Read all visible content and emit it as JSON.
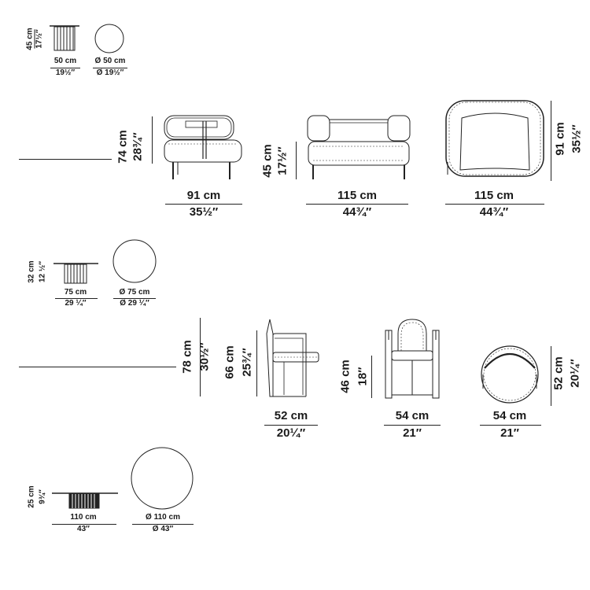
{
  "side_table_small": {
    "height_cm": "45 cm",
    "height_in": "17½″",
    "width_cm": "50 cm",
    "width_in": "19½″",
    "diameter_cm": "Ø 50 cm",
    "diameter_in": "Ø 19½″"
  },
  "armchair": {
    "height_cm": "74 cm",
    "height_in": "28¾″",
    "seat_height_cm": "45 cm",
    "seat_height_in": "17½″",
    "depth_cm": "91 cm",
    "depth_in": "35½″",
    "width_cm": "115 cm",
    "width_in": "44¾″",
    "plan_width_cm": "115 cm",
    "plan_width_in": "44¾″",
    "plan_depth_cm": "91 cm",
    "plan_depth_in": "35½″"
  },
  "side_table_medium": {
    "height_cm": "32 cm",
    "height_in": "12 ½″",
    "width_cm": "75 cm",
    "width_in": "29 ¼″",
    "diameter_cm": "Ø 75 cm",
    "diameter_in": "Ø 29 ¼″"
  },
  "dining_chair": {
    "height_cm": "78 cm",
    "height_in": "30½″",
    "arm_height_cm": "66 cm",
    "arm_height_in": "25¾″",
    "seat_height_cm": "46 cm",
    "seat_height_in": "18″",
    "depth_cm": "52 cm",
    "depth_in": "20¼″",
    "width_cm": "54 cm",
    "width_in": "21″",
    "plan_width_cm": "54 cm",
    "plan_width_in": "21″",
    "plan_depth_cm": "52 cm",
    "plan_depth_in": "20¼″"
  },
  "coffee_table": {
    "height_cm": "25 cm",
    "height_in": "9¾″",
    "width_cm": "110 cm",
    "width_in": "43″",
    "diameter_cm": "Ø 110 cm",
    "diameter_in": "Ø 43″"
  }
}
